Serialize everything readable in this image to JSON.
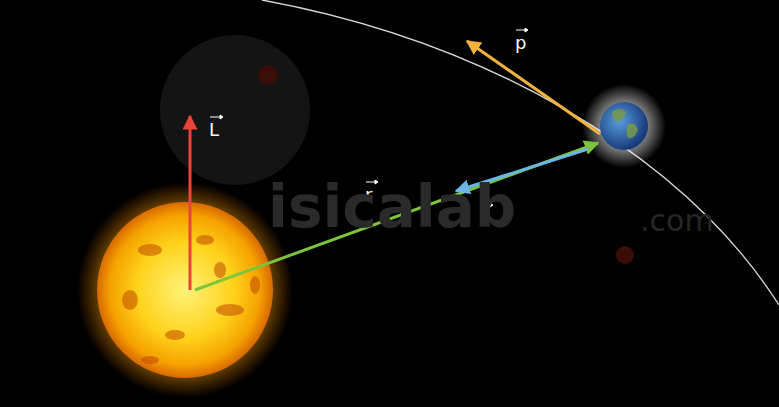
{
  "diagram": {
    "labels": [
      "L",
      "r",
      "F",
      "p",
      "isicalab",
      ".com"
    ]
  }
}
